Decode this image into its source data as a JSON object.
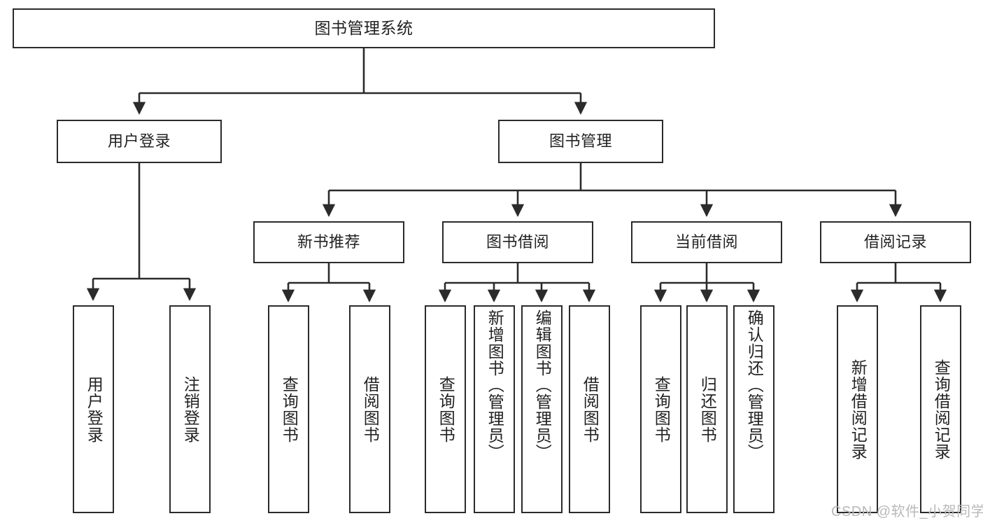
{
  "diagram": {
    "title": "图书管理系统",
    "type": "hierarchy-tree",
    "root": {
      "label": "图书管理系统"
    },
    "level2": [
      {
        "label": "用户登录"
      },
      {
        "label": "图书管理"
      }
    ],
    "level3": [
      {
        "label": "新书推荐"
      },
      {
        "label": "图书借阅"
      },
      {
        "label": "当前借阅"
      },
      {
        "label": "借阅记录"
      }
    ],
    "leaves": {
      "user_login": [
        {
          "label": "用户登录"
        },
        {
          "label": "注销登录"
        }
      ],
      "new_book_recommend": [
        {
          "label": "查询图书"
        },
        {
          "label": "借阅图书"
        }
      ],
      "book_borrow": [
        {
          "label": "查询图书"
        },
        {
          "label": "新增图书（管理员）"
        },
        {
          "label": "编辑图书（管理员）"
        },
        {
          "label": "借阅图书"
        }
      ],
      "current_borrow": [
        {
          "label": "查询图书"
        },
        {
          "label": "归还图书"
        },
        {
          "label": "确认归还（管理员）"
        }
      ],
      "borrow_record": [
        {
          "label": "新增借阅记录"
        },
        {
          "label": "查询借阅记录"
        }
      ]
    }
  },
  "watermark": {
    "text": "CSDN @软件_小贺同学"
  },
  "colors": {
    "border": "#2b2b2b",
    "background": "#ffffff",
    "text": "#222222",
    "watermark": "#b9b9b9"
  }
}
